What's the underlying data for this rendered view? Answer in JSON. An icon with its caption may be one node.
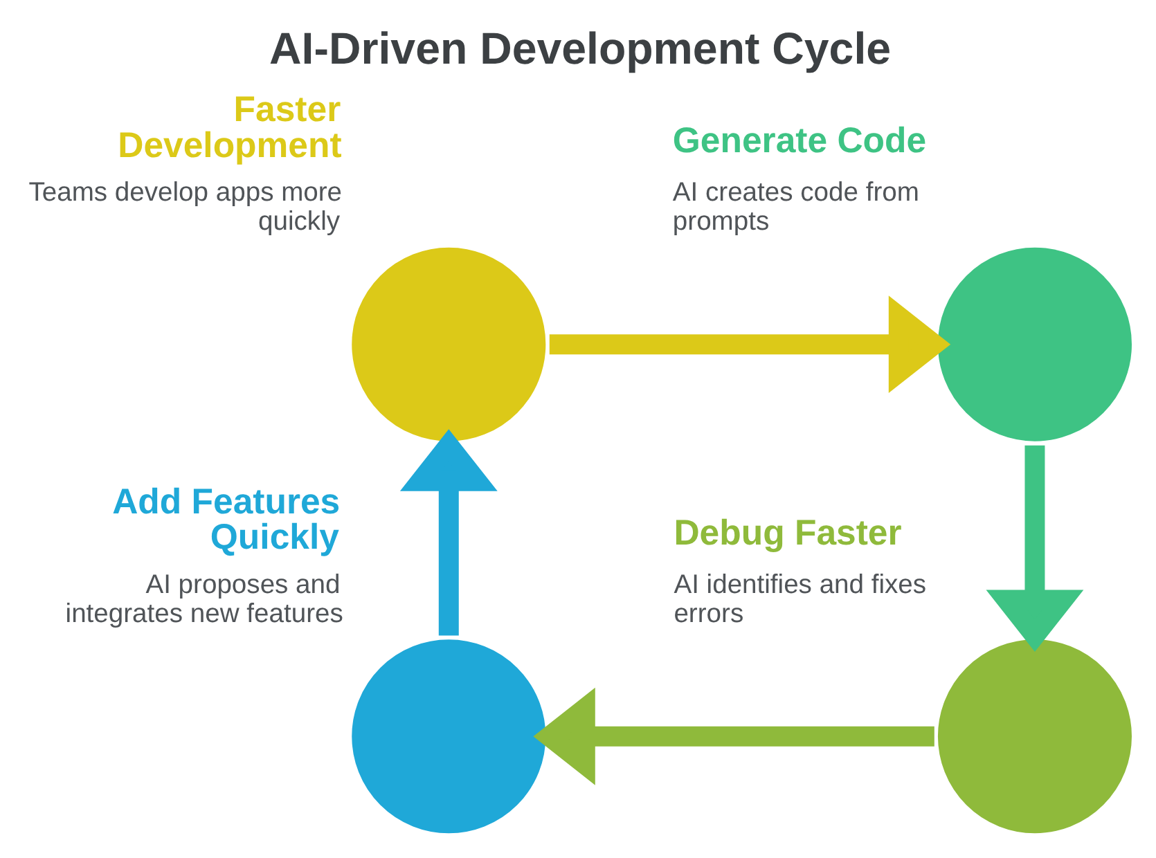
{
  "diagram": {
    "title": "AI-Driven Development Cycle",
    "nodes": [
      {
        "text": [
          "Faster Development",
          "Teams develop apps more quickly"
        ]
      },
      {
        "text": [
          "Generate Code",
          "AI creates code from prompts"
        ]
      },
      {
        "text": [
          "Add Features Quickly",
          "AI proposes and integrates new features"
        ]
      },
      {
        "text": [
          "Debug Faster",
          "AI identifies and fixes errors"
        ]
      }
    ],
    "edges": [
      {
        "from": 0,
        "to": 1,
        "arrow": "to",
        "color": "#dcc918"
      },
      {
        "from": 1,
        "to": 3,
        "arrow": "to",
        "color": "#3ec384"
      },
      {
        "from": 3,
        "to": 2,
        "arrow": "to",
        "color": "#8fba3b"
      },
      {
        "from": 2,
        "to": 0,
        "arrow": "to",
        "color": "#1fa8d8"
      }
    ]
  }
}
